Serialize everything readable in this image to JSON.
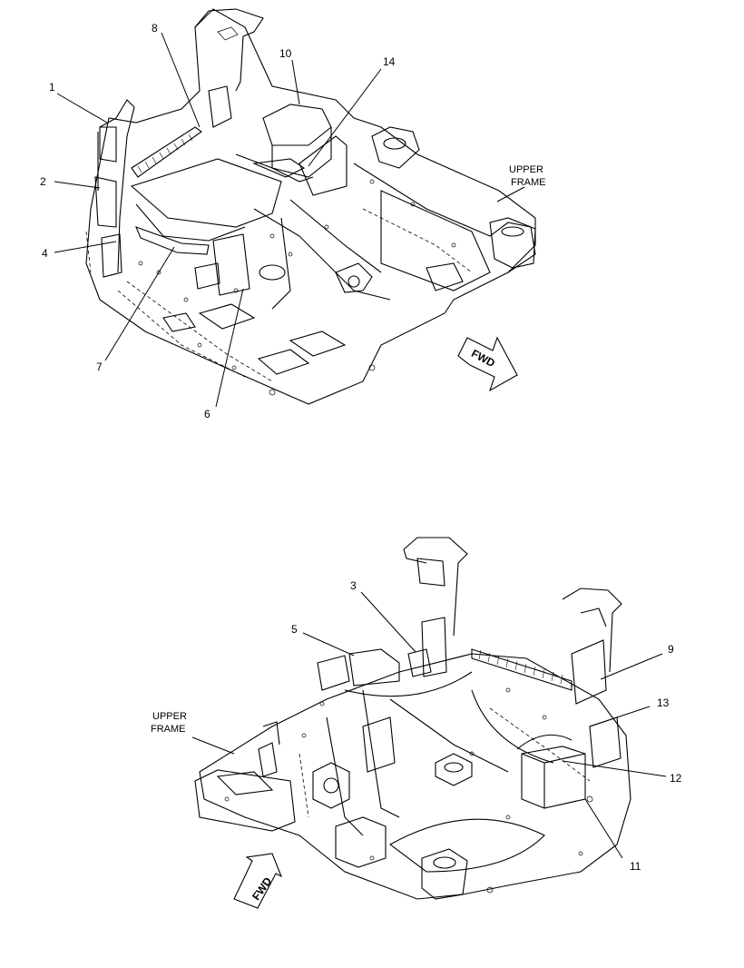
{
  "top_view": {
    "callouts": [
      "1",
      "2",
      "4",
      "7",
      "6",
      "8",
      "10",
      "14"
    ],
    "frame_note": [
      "UPPER",
      "FRAME"
    ],
    "direction": "FWD"
  },
  "bottom_view": {
    "callouts": [
      "3",
      "5",
      "9",
      "13",
      "12",
      "11"
    ],
    "frame_note": [
      "UPPER",
      "FRAME"
    ],
    "direction": "FWD"
  }
}
